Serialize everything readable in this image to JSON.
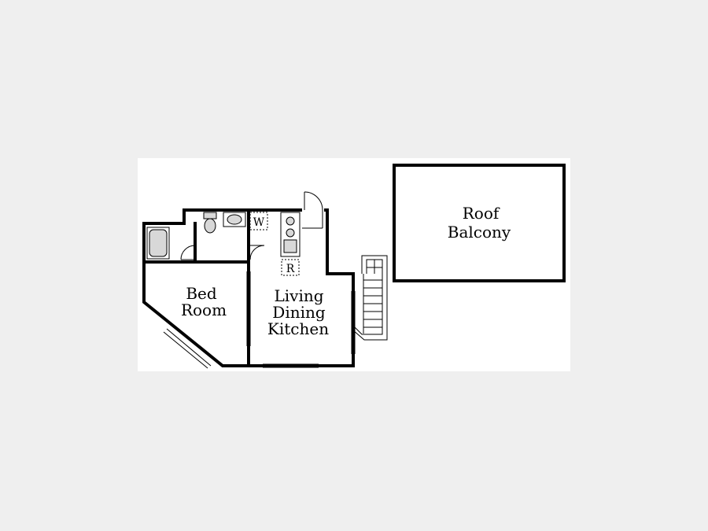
{
  "rooms": {
    "bedroom": {
      "line1": "Bed",
      "line2": "Room"
    },
    "ldk": {
      "line1": "Living",
      "line2": "Dining",
      "line3": "Kitchen"
    },
    "balcony": {
      "line1": "Roof",
      "line2": "Balcony"
    }
  },
  "appliances": {
    "washer_symbol": "W",
    "refrigerator_symbol": "R"
  },
  "colors": {
    "background": "#efefef",
    "paper": "#ffffff",
    "wall": "#000000",
    "fixture": "#d8d8d8"
  }
}
